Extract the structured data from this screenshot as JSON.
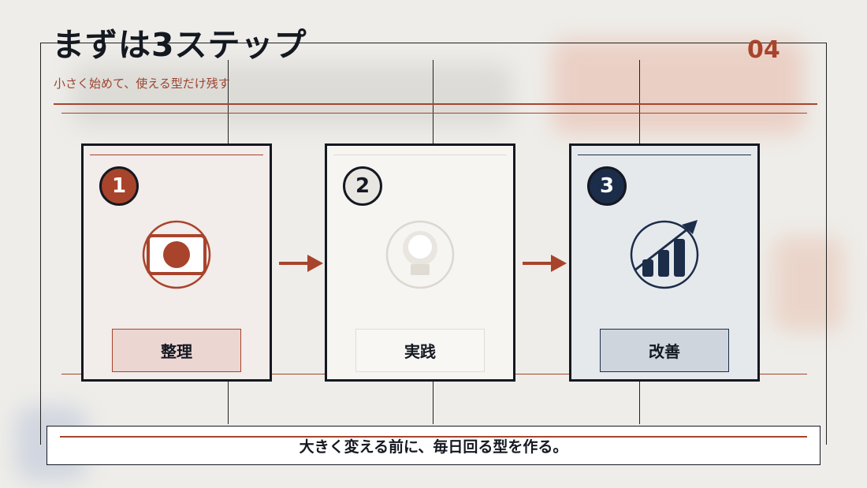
{
  "slide": {
    "title": "まずは3ステップ",
    "subtitle": "小さく始めて、使える型だけ残す",
    "page_number": "04"
  },
  "steps": [
    {
      "number": "1",
      "label": "整理",
      "icon": "organize-icon",
      "accent": "#a8442c"
    },
    {
      "number": "2",
      "label": "実践",
      "icon": "practice-icon",
      "accent": "#d9d4cc"
    },
    {
      "number": "3",
      "label": "改善",
      "icon": "improve-icon",
      "accent": "#1c2d4a"
    }
  ],
  "banner": {
    "text": "大きく変える前に、毎日回る型を作る。"
  },
  "colors": {
    "rust": "#a8442c",
    "navy": "#1c2d4a",
    "ink": "#141821",
    "background": "#eeede9"
  }
}
